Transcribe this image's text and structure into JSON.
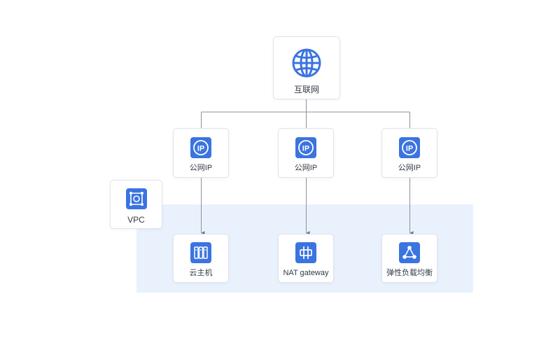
{
  "colors": {
    "accent": "#3b74e0",
    "line": "#8c919a",
    "vpc_zone": "#e9f1fd",
    "card_border": "#dfe3ea"
  },
  "internet": {
    "label": "互联网",
    "icon": "globe-icon"
  },
  "public_ips": [
    {
      "label": "公网IP",
      "icon": "ip-icon"
    },
    {
      "label": "公网IP",
      "icon": "ip-icon"
    },
    {
      "label": "公网IP",
      "icon": "ip-icon"
    }
  ],
  "vpc": {
    "label": "VPC",
    "icon": "vpc-icon"
  },
  "resources": [
    {
      "label": "云主机",
      "icon": "server-icon"
    },
    {
      "label": "NAT gateway",
      "icon": "nat-gateway-icon"
    },
    {
      "label": "弹性负载均衡",
      "icon": "load-balancer-icon"
    }
  ]
}
